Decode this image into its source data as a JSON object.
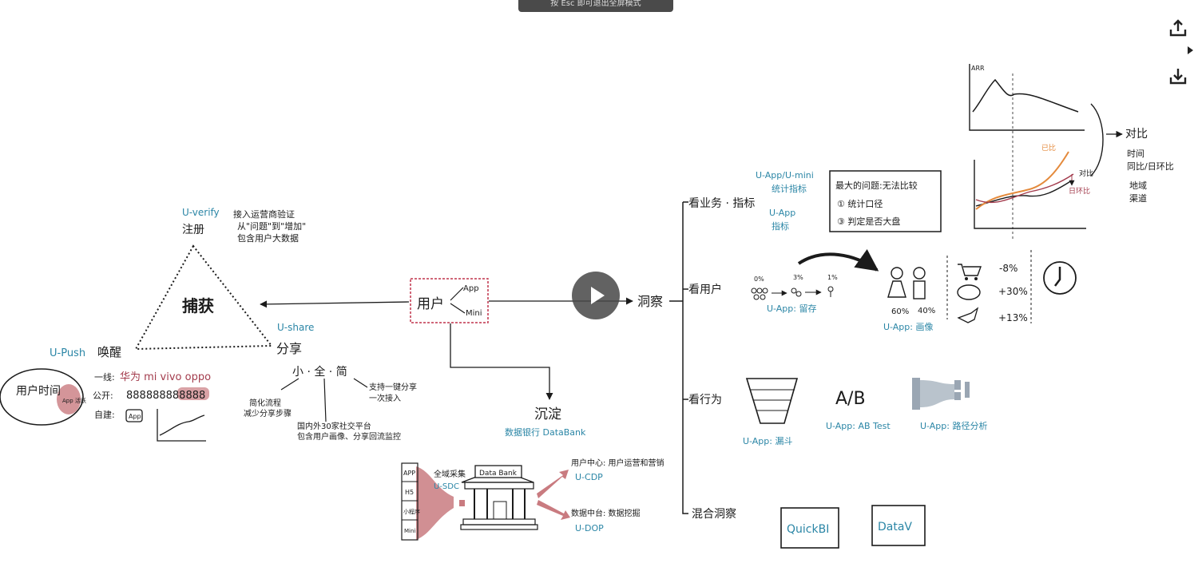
{
  "overlay": {
    "top_hint": "按 Esc 即可退出全屏模式",
    "esc_key": "Esc"
  },
  "controls": {
    "share_icon": "upload-icon",
    "download_icon": "download-icon",
    "expand_icon": "triangle-right-icon",
    "play_icon": "play-icon"
  },
  "center": {
    "user": "用户",
    "app": "App",
    "mini": "Mini",
    "insight": "洞察",
    "settle": "沉淀",
    "settle_sub": "数据银行 DataBank"
  },
  "left": {
    "verify": "U-verify",
    "register": "注册",
    "verify_note1": "接入运营商验证",
    "verify_note2": "从\"问题\"到\"增加\"",
    "verify_note3": "包含用户大数据",
    "capture": "捕获",
    "share_brand": "U-share",
    "share": "分享",
    "push_brand": "U-Push",
    "wake": "唤醒",
    "user_time": "用户时间",
    "app_dot": "App 活跃",
    "vendors_label": "一线:",
    "vendors": "华为 mi vivo oppo",
    "public_label": "公开:",
    "chain": "888888888888",
    "self_label": "自建:",
    "app_box": "App",
    "xyq": "小 · 全 · 简",
    "note_a1": "简化流程",
    "note_a2": "减少分享步骤",
    "note_b1": "国内外30家社交平台",
    "note_b2": "包含用户画像、分享回流监控",
    "note_c1": "支持一键分享",
    "note_c2": "一次接入"
  },
  "databank": {
    "sources": [
      "APP",
      "H5",
      "小程序",
      "Mini"
    ],
    "collect": "全域采集",
    "sdk": "U-SDC",
    "bank": "Data Bank",
    "cdp_title": "用户中心: 用户运营和营销",
    "cdp": "U-CDP",
    "dop_title": "数据中台: 数据挖掘",
    "dop": "U-DOP"
  },
  "right": {
    "business": "看业务 · 指标",
    "biz_brand1": "U-App/U-mini",
    "biz_brand1_sub": "统计指标",
    "biz_brand2": "U-App",
    "biz_brand2_sub": "指标",
    "biz_box1": "最大的问题:无法比较",
    "biz_box2": "① 统计口径",
    "biz_box3": "③ 判定是否大盘",
    "users": "看用户",
    "retention": "U-App: 留存",
    "flow_pcts": [
      "0%",
      "3%",
      "1%"
    ],
    "portrait": "U-App: 画像",
    "pct_60": "60%",
    "pct_40": "40%",
    "metrics": [
      "-8%",
      "+30%",
      "+13%"
    ],
    "behavior": "看行为",
    "funnel": "U-App: 漏斗",
    "ab_big": "A/B",
    "ab": "U-App: AB Test",
    "path": "U-App: 路径分析",
    "mixed": "混合洞察",
    "quickbi": "QuickBI",
    "datav": "DataV",
    "compare": "对比",
    "compare_items": [
      "时间",
      "同比/日环比",
      "地域",
      "渠道"
    ],
    "chart_top_label": "ARR",
    "chart_label_orange": "已比",
    "chart_label_dark": "对比",
    "chart_label_red": "日环比"
  },
  "colors": {
    "ink": "#1b1b1b",
    "teal": "#2b86a6",
    "maroon": "#a33c4d",
    "orange": "#e48a3c",
    "pink": "#c97b80"
  }
}
